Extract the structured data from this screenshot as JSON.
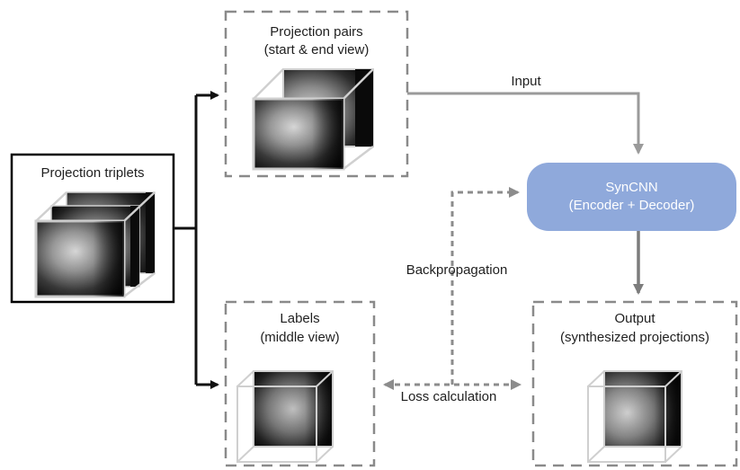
{
  "nodes": {
    "triplets": {
      "title": "Projection triplets"
    },
    "pairs": {
      "title_line1": "Projection pairs",
      "title_line2": "(start & end view)"
    },
    "labels": {
      "title_line1": "Labels",
      "title_line2": "(middle view)"
    },
    "syncnn": {
      "title_line1": "SynCNN",
      "title_line2": "(Encoder + Decoder)"
    },
    "output": {
      "title_line1": "Output",
      "title_line2": "(synthesized projections)"
    }
  },
  "edges": {
    "input": "Input",
    "backprop": "Backpropagation",
    "loss": "Loss calculation"
  },
  "colors": {
    "syncnn_fill": "#8fa9db",
    "dashed_border": "#8a8a8a",
    "gray_arrow": "#9a9a9a",
    "dotted_arrow": "#8c8c8c",
    "black_arrow": "#111111"
  }
}
